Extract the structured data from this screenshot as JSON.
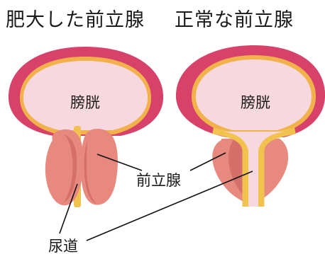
{
  "titles": {
    "enlarged": "肥大した前立腺",
    "normal": "正常な前立腺"
  },
  "labels": {
    "bladder_left": "膀胱",
    "bladder_right": "膀胱",
    "prostate": "前立腺",
    "urethra": "尿道"
  },
  "colors": {
    "bladder_wall": "#d8426a",
    "bladder_lining": "#f2b24b",
    "bladder_inner": "#f7d8df",
    "prostate_fill": "#e8897f",
    "prostate_shadow": "#d46f69",
    "urethra": "#f2c24f",
    "text": "#1a1a1a",
    "leader_line": "#111111"
  }
}
